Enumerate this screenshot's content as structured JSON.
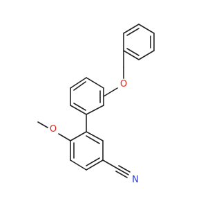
{
  "molecule": {
    "atoms": {
      "O_ether": "O",
      "O_methoxy": "O",
      "N_nitrile": "N"
    },
    "colors": {
      "bond": "#222222",
      "oxygen": "#e0241b",
      "nitrogen": "#2a3fd6"
    }
  }
}
